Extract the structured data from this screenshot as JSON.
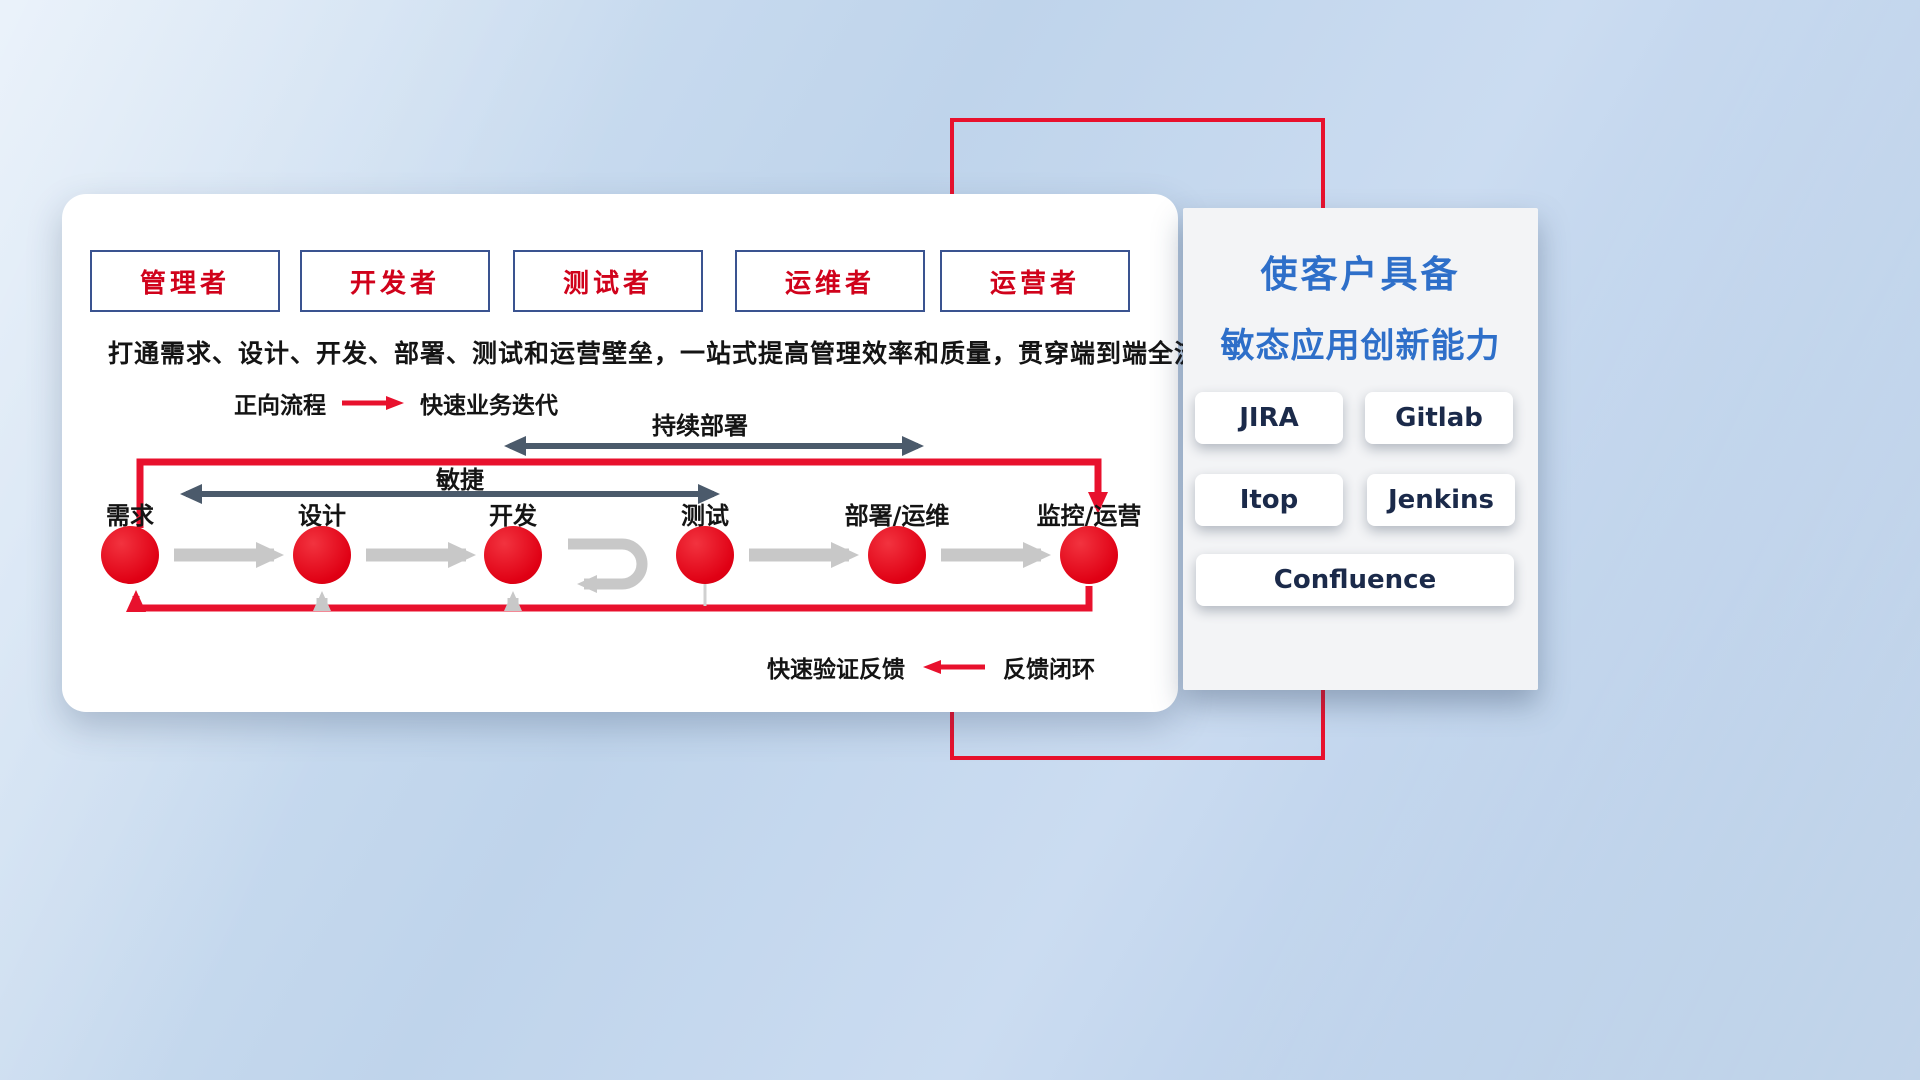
{
  "colors": {
    "accent_red": "#e8112d",
    "node_red": "#e00014",
    "dark_arrow": "#4b5a6b",
    "gray_arrow": "#c8c8c8",
    "title_blue": "#2e6fc9",
    "tool_text_navy": "#1b2a4a",
    "role_border_navy": "#3a5390",
    "role_text_red": "#d0021b"
  },
  "roles": [
    {
      "label": "管理者"
    },
    {
      "label": "开发者"
    },
    {
      "label": "测试者"
    },
    {
      "label": "运维者"
    },
    {
      "label": "运营者"
    }
  ],
  "description": "打通需求、设计、开发、部署、测试和运营壁垒，一站式提高管理效率和质量，贯穿端到端全流程",
  "legend_forward": {
    "label": "正向流程",
    "value": "快速业务迭代"
  },
  "flow_labels": {
    "continuous_deployment": "持续部署",
    "agile": "敏捷"
  },
  "stages": [
    {
      "label": "需求"
    },
    {
      "label": "设计"
    },
    {
      "label": "开发"
    },
    {
      "label": "测试"
    },
    {
      "label": "部署/运维"
    },
    {
      "label": "监控/运营"
    }
  ],
  "legend_feedback": {
    "label": "快速验证反馈",
    "value": "反馈闭环"
  },
  "right_panel": {
    "title_line1": "使客户具备",
    "title_line2": "敏态应用创新能力",
    "tools": [
      {
        "label": "JIRA"
      },
      {
        "label": "Gitlab"
      },
      {
        "label": "Itop"
      },
      {
        "label": "Jenkins"
      },
      {
        "label": "Confluence"
      }
    ]
  }
}
